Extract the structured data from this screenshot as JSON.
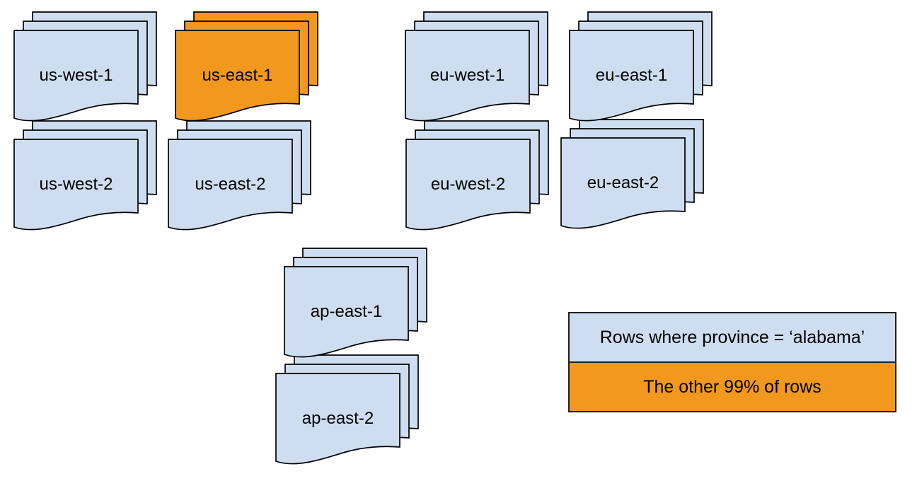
{
  "stacks": [
    {
      "id": "us-west-1",
      "label": "us-west-1",
      "highlighted": false
    },
    {
      "id": "us-east-1",
      "label": "us-east-1",
      "highlighted": true
    },
    {
      "id": "eu-west-1",
      "label": "eu-west-1",
      "highlighted": false
    },
    {
      "id": "eu-east-1",
      "label": "eu-east-1",
      "highlighted": false
    },
    {
      "id": "us-west-2",
      "label": "us-west-2",
      "highlighted": false
    },
    {
      "id": "us-east-2",
      "label": "us-east-2",
      "highlighted": false
    },
    {
      "id": "eu-west-2",
      "label": "eu-west-2",
      "highlighted": false
    },
    {
      "id": "eu-east-2",
      "label": "eu-east-2",
      "highlighted": false
    },
    {
      "id": "ap-east-1",
      "label": "ap-east-1",
      "highlighted": false
    },
    {
      "id": "ap-east-2",
      "label": "ap-east-2",
      "highlighted": false
    }
  ],
  "legend": {
    "items": [
      {
        "label": "Rows where province = ‘alabama’",
        "color": "#CEDEF0"
      },
      {
        "label": "The other 99% of rows",
        "color": "#F2981E"
      }
    ]
  },
  "colors": {
    "region_fill": "#CEDEF0",
    "highlight_fill": "#F2981E",
    "stroke": "#000000",
    "legend_border": "#1F1F1F"
  }
}
